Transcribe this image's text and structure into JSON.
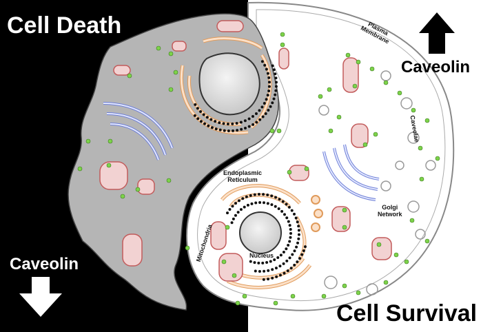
{
  "titles": {
    "death": "Cell Death",
    "survival": "Cell Survival"
  },
  "arrows": {
    "up_label": "Caveolin",
    "down_label": "Caveolin"
  },
  "labels": {
    "plasma_membrane": [
      "Plasma",
      "Membrane"
    ],
    "caveolae": "Caveolae",
    "er": [
      "Endoplasmic",
      "Reticulum"
    ],
    "golgi": [
      "Golgi",
      "Network"
    ],
    "mitochondria": "Mitochondria",
    "nucleus": "Nucleus"
  },
  "colors": {
    "dark_bg": "#000000",
    "light_bg": "#ffffff",
    "dead_cell": "#b5b5b5",
    "mito_fill": "#f2d2d2",
    "mito_stroke": "#c25b5b",
    "er_fill": "#fbe0c8",
    "er_stroke": "#e09a5a",
    "golgi_fill": "#e3e8ff",
    "golgi_stroke": "#6e7fd6",
    "caveolin_dot": "#7dd34a"
  }
}
